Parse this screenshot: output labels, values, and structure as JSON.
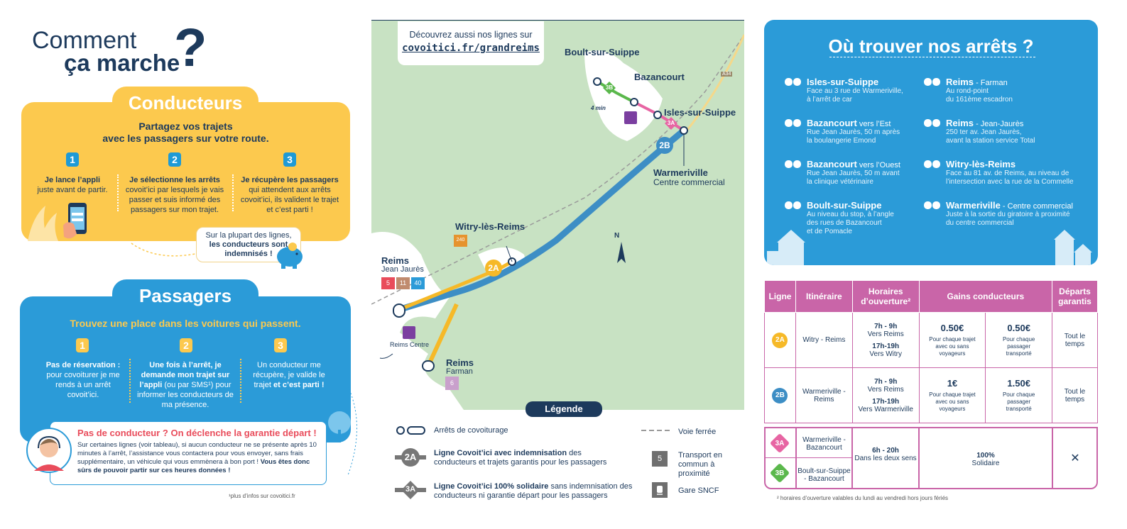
{
  "title": {
    "line1": "Comment",
    "line2": "ça marche",
    "mark": "?"
  },
  "drivers": {
    "heading": "Conducteurs",
    "subtitle1": "Partagez vos trajets",
    "subtitle2": "avec les passagers sur votre route.",
    "steps": [
      {
        "num": "1",
        "bold": "Je lance l’appli",
        "text": "juste avant de partir."
      },
      {
        "num": "2",
        "bold": "Je sélectionne les arrêts",
        "text": "covoit’ici par lesquels je vais passer et suis informé des passagers sur mon trajet."
      },
      {
        "num": "3",
        "bold": "Je récupère les passagers",
        "text": "qui attendent aux arrêts covoit’ici, ils valident le trajet et c’est parti !"
      }
    ],
    "bubble_text": "Sur la plupart des lignes,",
    "bubble_bold": "les conducteurs sont indemnisés !"
  },
  "passengers": {
    "heading": "Passagers",
    "subtitle": "Trouvez une place dans les voitures qui passent.",
    "steps": [
      {
        "num": "1",
        "html_a": "Pas de réservation :",
        "html_b": "pour covoiturer je me rends à un arrêt covoit’ici."
      },
      {
        "num": "2",
        "html_a": "Une fois à l’arrêt, je demande mon trajet sur l’appli",
        "html_b": "(ou par SMS¹) pour informer les conducteurs de ma présence."
      },
      {
        "num": "3",
        "html_a": "Un conducteur me récupère, je valide le trajet",
        "html_b": "et c’est parti !"
      }
    ],
    "guarantee_title": "Pas de conducteur ? On déclenche la garantie départ !",
    "guarantee_text": "Sur certaines lignes (voir tableau), si aucun conducteur ne se présente après 10 minutes à l’arrêt, l’assistance vous contactera pour vous envoyer, sans frais supplémentaire, un véhicule qui vous emmènera à bon port !",
    "guarantee_bold": "Vous êtes donc sûrs de pouvoir partir sur ces heures données !",
    "footnote": "¹plus d’infos sur covoitici.fr"
  },
  "map": {
    "discover_line": "Découvrez aussi nos lignes sur",
    "discover_url": "covoitici.fr/grandreims",
    "places": {
      "boult": "Boult-sur-Suippe",
      "bazancourt": "Bazancourt",
      "isles": "Isles-sur-Suippe",
      "warmeriville": "Warmeriville",
      "warmeriville_sub": "Centre commercial",
      "witry": "Witry-lès-Reims",
      "reims_jj": "Reims",
      "reims_jj_sub": "Jean Jaurès",
      "reims_f": "Reims",
      "reims_f_sub": "Farman",
      "reims_centre": "Reims Centre",
      "walk": "4 min",
      "north": "N",
      "road": "A34"
    },
    "lines": {
      "l2a": "2A",
      "l2b": "2B",
      "l3a": "3A",
      "l3b": "3B"
    },
    "transit": {
      "t240": "240",
      "t5": "5",
      "t11": "11",
      "t40": "40",
      "t6": "6"
    }
  },
  "legend": {
    "title": "Légende",
    "stops": "Arrêts de covoiturage",
    "rail": "Voie ferrée",
    "line_paid_bold": "Ligne Covoit’ici avec indemnisation",
    "line_paid": "des conducteurs et trajets garantis pour les passagers",
    "line_paid_badge": "2A",
    "line_sol_bold": "Ligne Covoit’ici 100% solidaire",
    "line_sol": "sans indemnisation des conducteurs ni garantie départ pour les passagers",
    "line_sol_badge": "3A",
    "transit_badge": "5",
    "transit": "Transport en commun à proximité",
    "station": "Gare SNCF"
  },
  "stops": {
    "title": "Où trouver nos arrêts ?",
    "left": [
      {
        "name": "Isles-sur-Suippe",
        "extra": "",
        "desc1": "Face au 3 rue de Warmeriville,",
        "desc2": "à l’arrêt de car",
        "desc3": ""
      },
      {
        "name": "Bazancourt",
        "extra": " vers l’Est",
        "desc1": "Rue Jean Jaurès, 50 m après",
        "desc2": "la boulangerie Emond",
        "desc3": ""
      },
      {
        "name": "Bazancourt",
        "extra": " vers l’Ouest",
        "desc1": "Rue Jean Jaurès, 50 m avant",
        "desc2": "la clinique vétérinaire",
        "desc3": ""
      },
      {
        "name": "Boult-sur-Suippe",
        "extra": "",
        "desc1": "Au niveau du stop, à l’angle",
        "desc2": "des rues de Bazancourt",
        "desc3": "et de Pomacle"
      }
    ],
    "right": [
      {
        "name": "Reims",
        "extra": " - Farman",
        "desc1": "Au rond-point",
        "desc2": "du 161ème escadron",
        "desc3": ""
      },
      {
        "name": "Reims",
        "extra": " - Jean-Jaurès",
        "desc1": "250 ter av. Jean Jaurès,",
        "desc2": "avant la station service Total",
        "desc3": ""
      },
      {
        "name": "Witry-lès-Reims",
        "extra": "",
        "desc1": "Face au 81 av. de Reims, au niveau de",
        "desc2": "l’intersection avec la rue de la Commelle",
        "desc3": ""
      },
      {
        "name": "Warmeriville",
        "extra": " - Centre commercial",
        "desc1": "Juste à la sortie du giratoire à proximité",
        "desc2": "du centre commercial",
        "desc3": ""
      }
    ]
  },
  "table": {
    "headers": {
      "line": "Ligne",
      "route": "Itinéraire",
      "hours1": "Horaires",
      "hours2": "d’ouverture²",
      "gains": "Gains conducteurs",
      "dep1": "Départs",
      "dep2": "garantis"
    },
    "rows": [
      {
        "badge": "2A",
        "route": "Witry - Reims",
        "h1": "7h - 9h",
        "h1b": "Vers Reims",
        "h2": "17h-19h",
        "h2b": "Vers Witry",
        "g1": "0.50€",
        "g1t": "Pour chaque trajet avec ou sans voyageurs",
        "g2": "0.50€",
        "g2t": "Pour chaque passager transporté",
        "dep": "Tout le temps"
      },
      {
        "badge": "2B",
        "route": "Warmeriville - Reims",
        "h1": "7h - 9h",
        "h1b": "Vers Reims",
        "h2": "17h-19h",
        "h2b": "Vers Warmeriville",
        "g1": "1€",
        "g1t": "Pour chaque trajet avec ou sans voyageurs",
        "g2": "1.50€",
        "g2t": "Pour chaque passager transporté",
        "dep": "Tout le temps"
      }
    ],
    "solidaire": {
      "badge_a": "3A",
      "route_a": "Warmeriville - Bazancourt",
      "badge_b": "3B",
      "route_b": "Boult-sur-Suippe - Bazancourt",
      "hours": "6h - 20h",
      "hours_b": "Dans les deux sens",
      "gains": "100%",
      "gains_b": "Solidaire",
      "dep": "✕"
    },
    "footnote": "² horaires d’ouverture valables du lundi au vendredi hors jours fériés"
  },
  "colors": {
    "navy": "#1d3a5c",
    "yellow": "#fcc94e",
    "blue": "#2b9bd8",
    "pink": "#c965a8",
    "line2a": "#f6b928",
    "line2b": "#3d8ec5",
    "line3": "#e765a3",
    "line3b": "#5bb84c"
  }
}
